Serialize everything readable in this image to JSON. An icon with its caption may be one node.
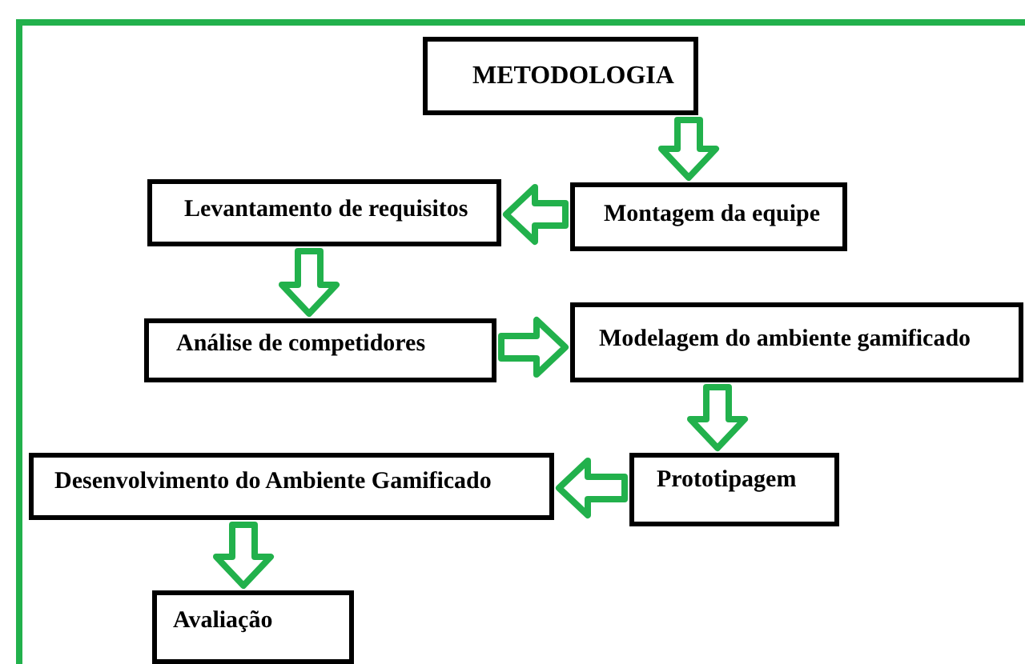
{
  "diagram": {
    "nodes": [
      {
        "text": [
          "METODOLOGIA"
        ]
      },
      {
        "text": [
          "Levantamento de requisitos"
        ]
      },
      {
        "text": [
          "Montagem da equipe"
        ]
      },
      {
        "text": [
          "Análise de competidores"
        ]
      },
      {
        "text": [
          "Modelagem do ambiente gamificado"
        ]
      },
      {
        "text": [
          "Prototipagem"
        ]
      },
      {
        "text": [
          "Desenvolvimento do Ambiente Gamificado"
        ]
      },
      {
        "text": [
          "Avaliação"
        ]
      }
    ],
    "edges": [
      {
        "from": 0,
        "to": 2,
        "arrow": "to"
      },
      {
        "from": 2,
        "to": 1,
        "arrow": "to"
      },
      {
        "from": 1,
        "to": 3,
        "arrow": "to"
      },
      {
        "from": 3,
        "to": 4,
        "arrow": "to"
      },
      {
        "from": 4,
        "to": 5,
        "arrow": "to"
      },
      {
        "from": 5,
        "to": 6,
        "arrow": "to"
      },
      {
        "from": 6,
        "to": 7,
        "arrow": "to"
      }
    ]
  }
}
